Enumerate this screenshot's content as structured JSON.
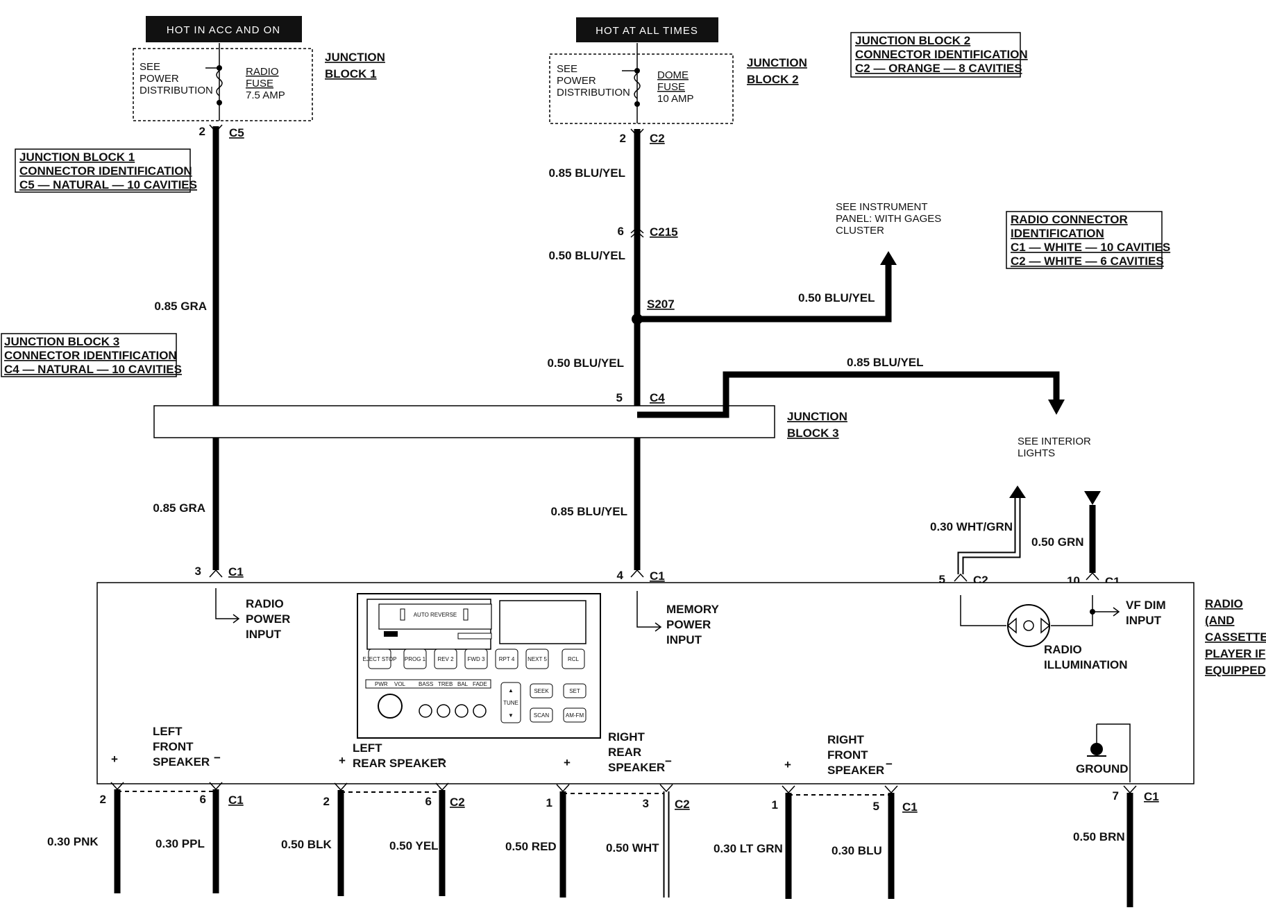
{
  "power_labels": {
    "hot_acc_on": "HOT IN ACC AND ON",
    "hot_all_times": "HOT AT ALL TIMES"
  },
  "jb1": {
    "see_lines": [
      "SEE",
      "POWER",
      "DISTRIBUTION"
    ],
    "fuse_lines": [
      "RADIO",
      "FUSE",
      "7.5 AMP"
    ],
    "name_lines": [
      "JUNCTION",
      "BLOCK 1"
    ],
    "pin": "2",
    "connector": "C5"
  },
  "jb2": {
    "see_lines": [
      "SEE",
      "POWER",
      "DISTRIBUTION"
    ],
    "fuse_lines": [
      "DOME",
      "FUSE",
      "10 AMP"
    ],
    "name_lines": [
      "JUNCTION",
      "BLOCK 2"
    ],
    "pin": "2",
    "connector": "C2"
  },
  "id_boxes": {
    "jb2": [
      "JUNCTION BLOCK 2",
      "CONNECTOR IDENTIFICATION",
      "C2 — ORANGE — 8 CAVITIES"
    ],
    "jb1": [
      "JUNCTION BLOCK 1",
      "CONNECTOR IDENTIFICATION",
      "C5 — NATURAL — 10 CAVITIES"
    ],
    "jb3": [
      "JUNCTION BLOCK 3",
      "CONNECTOR IDENTIFICATION",
      "C4 — NATURAL — 10 CAVITIES"
    ],
    "radio": [
      "RADIO CONNECTOR",
      "IDENTIFICATION",
      "C1 — WHITE — 10 CAVITIES",
      "C2 — WHITE — 6 CAVITIES"
    ]
  },
  "jb3": {
    "name_lines": [
      "JUNCTION",
      "BLOCK 3"
    ],
    "pin": "5",
    "connector": "C4"
  },
  "wires": {
    "gra_upper": "0.85 GRA",
    "gra_lower": "0.85 GRA",
    "blu_yel_1": "0.85 BLU/YEL",
    "blu_yel_2": "0.50 BLU/YEL",
    "blu_yel_3": "0.50 BLU/YEL",
    "blu_yel_4": "0.85 BLU/YEL",
    "blu_yel_branch": "0.50 BLU/YEL",
    "blu_yel_interior": "0.85 BLU/YEL",
    "wht_grn": "0.30 WHT/GRN",
    "grn": "0.50 GRN"
  },
  "inline": {
    "c215_pin": "6",
    "c215": "C215",
    "splice": "S207"
  },
  "refs": {
    "instrument": [
      "SEE INSTRUMENT",
      "PANEL: WITH GAGES",
      "CLUSTER"
    ],
    "interior": [
      "SEE INTERIOR",
      "LIGHTS"
    ]
  },
  "radio_pins": {
    "power_pin": "3",
    "power_conn": "C1",
    "memory_pin": "4",
    "memory_conn": "C1",
    "illum_pin": "5",
    "illum_conn": "C2",
    "vf_pin": "10",
    "vf_conn": "C1"
  },
  "radio": {
    "power_input": [
      "RADIO",
      "POWER",
      "INPUT"
    ],
    "memory_input": [
      "MEMORY",
      "POWER",
      "INPUT"
    ],
    "illumination": [
      "RADIO",
      "ILLUMINATION"
    ],
    "vf_dim": [
      "VF DIM",
      "INPUT"
    ],
    "name": [
      "RADIO",
      "(AND",
      "CASSETTE",
      "PLAYER IF",
      "EQUIPPED)"
    ],
    "ground": "GROUND",
    "face": {
      "auto_reverse": "AUTO REVERSE",
      "buttons": [
        "EJECT STOP",
        "PROG 1",
        "REV 2",
        "FWD 3",
        "RPT 4",
        "NEXT 5",
        "RCL"
      ],
      "knob_labels": [
        "PWR",
        "VOL",
        "BASS",
        "TREB",
        "BAL",
        "FADE"
      ],
      "tune": "TUNE",
      "right_buttons": [
        "SEEK",
        "SET",
        "SCAN",
        "AM-FM"
      ]
    }
  },
  "speakers": [
    {
      "name": [
        "LEFT",
        "FRONT",
        "SPEAKER"
      ],
      "plus": "+",
      "minus": "−",
      "pin_a": "2",
      "pin_b": "6",
      "conn": "C1",
      "wire_a": "0.30 PNK",
      "wire_b": "0.30 PPL"
    },
    {
      "name": [
        "LEFT",
        "REAR SPEAKER"
      ],
      "plus": "+",
      "minus": "−",
      "pin_a": "2",
      "pin_b": "6",
      "conn": "C2",
      "wire_a": "0.50 BLK",
      "wire_b": "0.50 YEL"
    },
    {
      "name": [
        "RIGHT",
        "REAR",
        "SPEAKER"
      ],
      "plus": "+",
      "minus": "−",
      "pin_a": "1",
      "pin_b": "3",
      "conn": "C2",
      "wire_a": "0.50 RED",
      "wire_b": "0.50 WHT"
    },
    {
      "name": [
        "RIGHT",
        "FRONT",
        "SPEAKER"
      ],
      "plus": "+",
      "minus": "−",
      "pin_a": "1",
      "pin_b": "5",
      "conn": "C1",
      "wire_a": "0.30 LT GRN",
      "wire_b": "0.30 BLU"
    }
  ],
  "ground": {
    "pin": "7",
    "conn": "C1",
    "wire": "0.50 BRN"
  }
}
